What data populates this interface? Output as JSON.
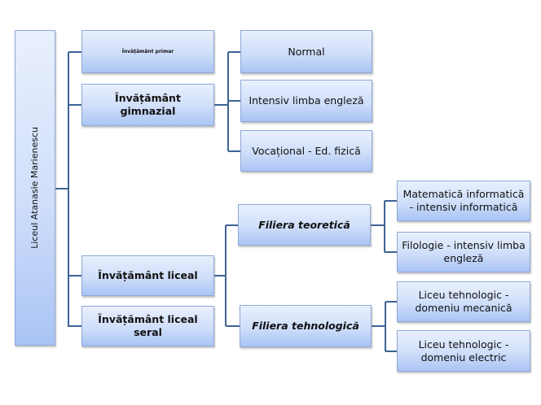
{
  "root": {
    "label": "Liceul Atanasie Marienescu"
  },
  "level1": [
    {
      "label": "Învățământ primar"
    },
    {
      "label": "Învățământ gimnazial"
    },
    {
      "label": "Învățământ liceal"
    },
    {
      "label": "Învățământ liceal seral"
    }
  ],
  "gimnazial_children": [
    {
      "label": "Normal"
    },
    {
      "label": "Intensiv limba engleză"
    },
    {
      "label": "Vocațional - Ed. fizică"
    }
  ],
  "liceal_children": [
    {
      "label": "Filiera teoretică"
    },
    {
      "label": "Filiera tehnologică"
    }
  ],
  "teoretica_children": [
    {
      "label": "Matematică informatică - intensiv informatică"
    },
    {
      "label": "Filologie - intensiv limba engleză"
    }
  ],
  "tehnologica_children": [
    {
      "label": "Liceu tehnologic - domeniu mecanică"
    },
    {
      "label": "Liceu tehnologic - domeniu electric"
    }
  ],
  "colors": {
    "connector": "#3d6394",
    "box_top": "#e9f0fd",
    "box_bottom": "#a9c4f4"
  }
}
